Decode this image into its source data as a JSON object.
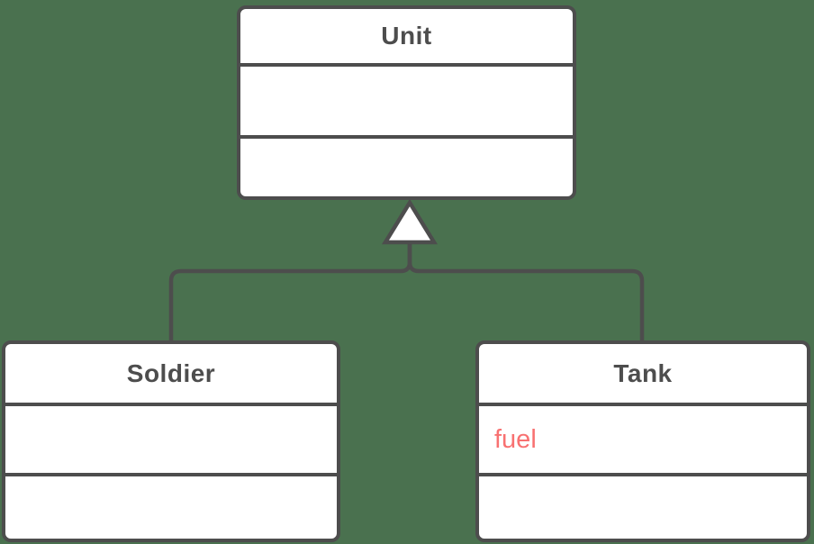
{
  "diagram": {
    "kind": "uml-class-inheritance"
  },
  "colors": {
    "background": "#4a714f",
    "stroke": "#4d4d4d",
    "shape_fill": "#ffffff",
    "class_title_text": "#4d4d4d",
    "attribute_text": "#f87171"
  },
  "classes": {
    "unit": {
      "name": "Unit",
      "attributes": [],
      "methods": []
    },
    "soldier": {
      "name": "Soldier",
      "attributes": [],
      "methods": []
    },
    "tank": {
      "name": "Tank",
      "attributes": [
        "fuel"
      ],
      "methods": []
    }
  },
  "relationships": [
    {
      "type": "inheritance",
      "parent": "Unit",
      "child": "Soldier"
    },
    {
      "type": "inheritance",
      "parent": "Unit",
      "child": "Tank"
    }
  ]
}
